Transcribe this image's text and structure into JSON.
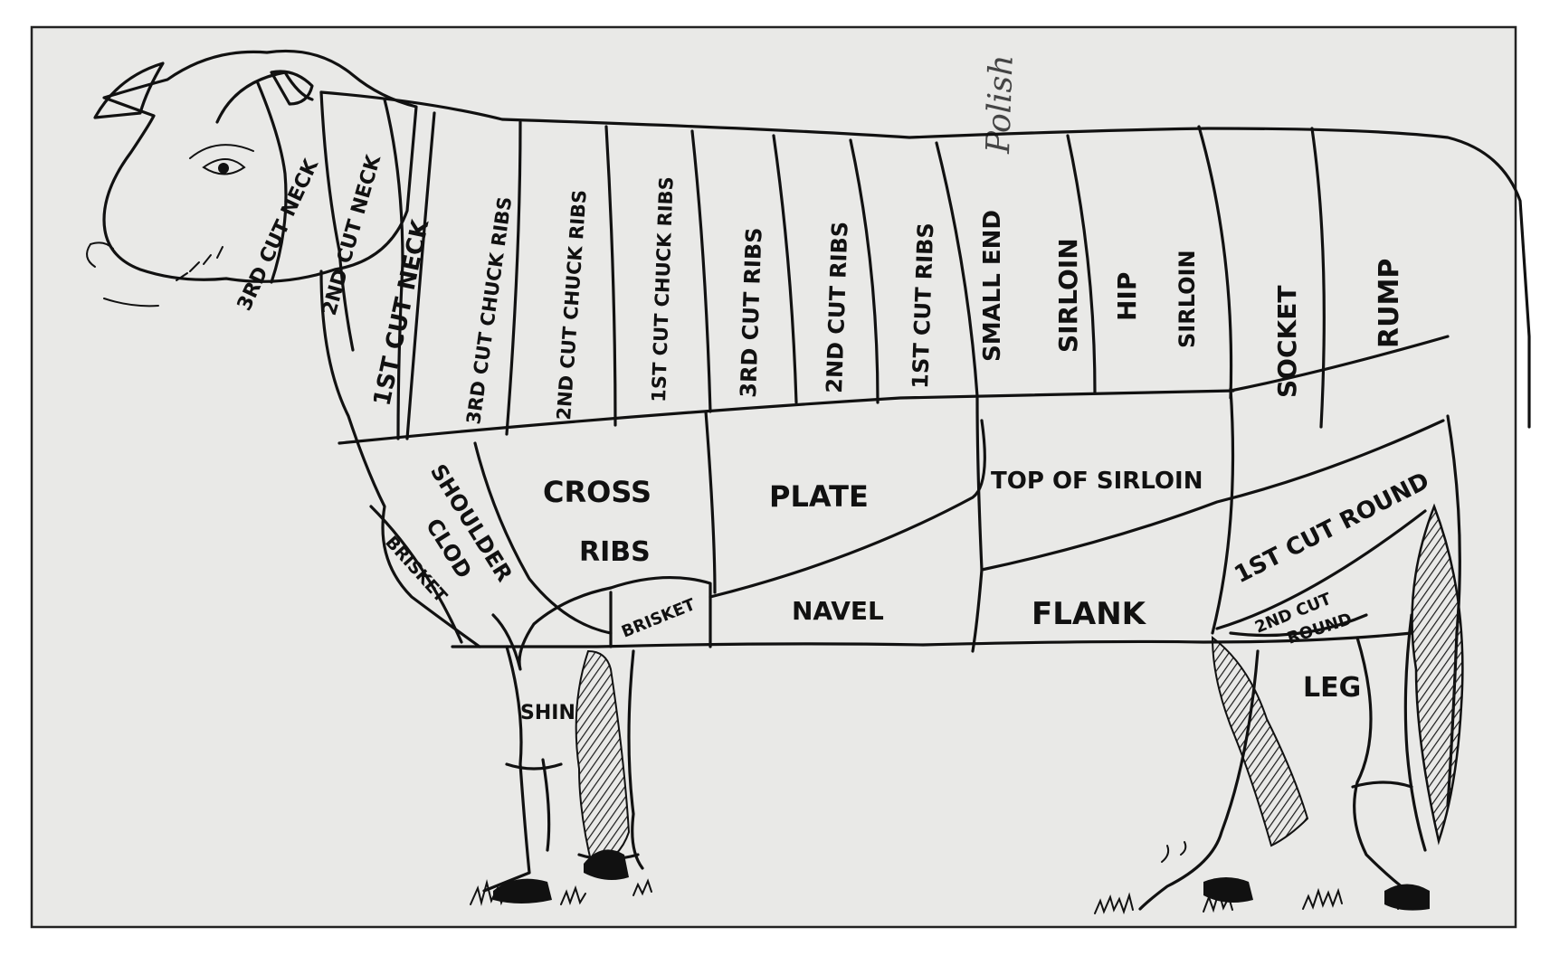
{
  "diagram": {
    "margin_note": "Polish",
    "cuts": {
      "neck_3rd": "3RD CUT NECK",
      "neck_2nd": "2ND CUT NECK",
      "neck_1st": "1ST CUT NECK",
      "chuck_3rd": "3RD CUT CHUCK RIBS",
      "chuck_2nd": "2ND CUT CHUCK RIBS",
      "chuck_1st": "1ST CUT CHUCK RIBS",
      "ribs_3rd": "3RD CUT RIBS",
      "ribs_2nd": "2ND CUT RIBS",
      "ribs_1st": "1ST CUT RIBS",
      "small_end_1": "SMALL END",
      "small_end_2": "SIRLOIN",
      "hip_1": "HIP",
      "hip_2": "SIRLOIN",
      "socket": "SOCKET",
      "rump": "RUMP",
      "shoulder_1": "SHOULDER",
      "shoulder_2": "CLOD",
      "brisket_front": "BRISKET",
      "cross_ribs_1": "CROSS",
      "cross_ribs_2": "RIBS",
      "brisket_mid": "BRISKET",
      "plate": "PLATE",
      "navel": "NAVEL",
      "top_sirloin": "TOP OF SIRLOIN",
      "flank": "FLANK",
      "round_1st": "1ST CUT ROUND",
      "round_2nd_1": "2ND CUT",
      "round_2nd_2": "ROUND",
      "leg": "LEG",
      "shin": "SHIN"
    }
  }
}
